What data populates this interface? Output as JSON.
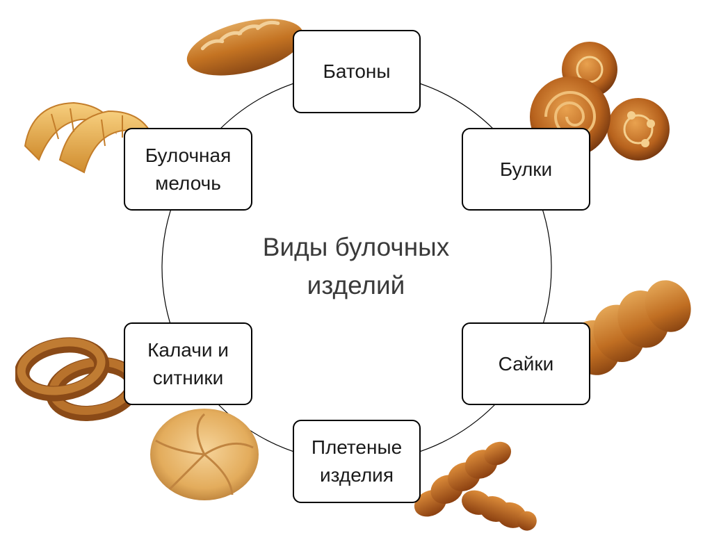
{
  "center": {
    "line1": "Виды булочных",
    "line2": "изделий"
  },
  "nodes": {
    "batony": [
      "Батоны"
    ],
    "bulki": [
      "Булки"
    ],
    "sayki": [
      "Сайки"
    ],
    "pletenye": [
      "Плетеные",
      "изделия"
    ],
    "kalachi": [
      "Калачи и",
      "ситники"
    ],
    "melоch": [
      "Булочная",
      "мелочь"
    ]
  },
  "colors": {
    "node_border": "#000000",
    "ring_stroke": "#000000",
    "center_text": "#3a3a3a",
    "crust_dark": "#9a4a12",
    "crust_mid": "#c87a2a",
    "crust_light": "#e8b265"
  },
  "photos": [
    "baton-loaf-image",
    "buns-image",
    "sayki-bread-image",
    "braided-bread-image",
    "kaiser-roll-image",
    "bagels-image",
    "croissants-image"
  ]
}
